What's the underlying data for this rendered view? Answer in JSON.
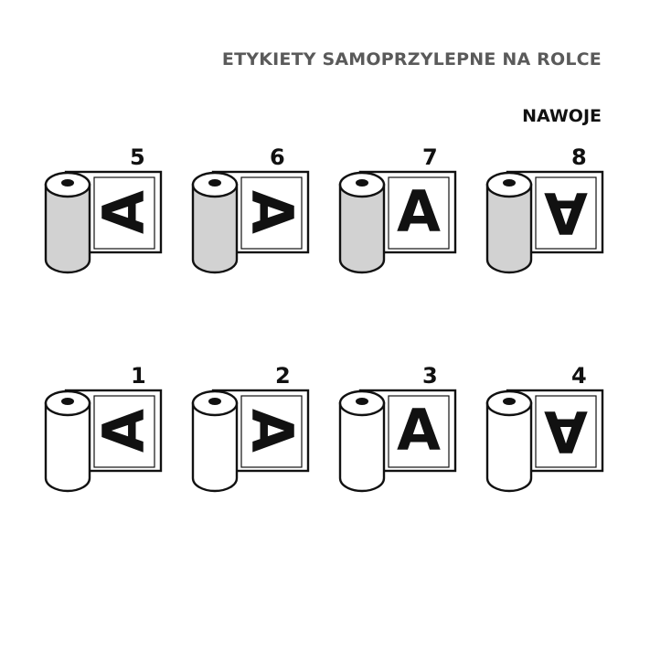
{
  "header": {
    "title": "ETYKIETY SAMOPRZYLEPNE NA ROLCE",
    "subtitle": "NAWOJE"
  },
  "rolls": [
    {
      "number": "5",
      "letter": "A",
      "rotation": "ccw90",
      "core": "shaded"
    },
    {
      "number": "6",
      "letter": "A",
      "rotation": "cw90",
      "core": "shaded"
    },
    {
      "number": "7",
      "letter": "A",
      "rotation": "none",
      "core": "shaded"
    },
    {
      "number": "8",
      "letter": "A",
      "rotation": "180",
      "core": "shaded"
    },
    {
      "number": "1",
      "letter": "A",
      "rotation": "ccw90",
      "core": "white"
    },
    {
      "number": "2",
      "letter": "A",
      "rotation": "cw90",
      "core": "white"
    },
    {
      "number": "3",
      "letter": "A",
      "rotation": "none",
      "core": "white"
    },
    {
      "number": "4",
      "letter": "A",
      "rotation": "180",
      "core": "white"
    }
  ],
  "colors": {
    "outline": "#111111",
    "shaded_core": "#d2d2d2",
    "title_gray": "#5a5a5a"
  }
}
